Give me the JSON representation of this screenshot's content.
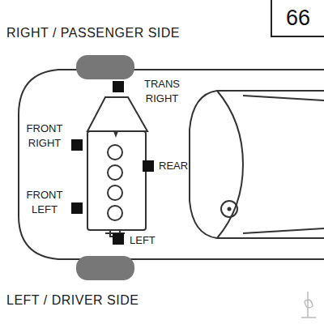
{
  "diagram": {
    "nodes": [
      {
        "text": [
          "66"
        ]
      }
    ],
    "labels": [
      "RIGHT / PASSENGER SIDE",
      "TRANS RIGHT",
      "FRONT RIGHT",
      "REAR",
      "FRONT LEFT",
      "LEFT",
      "LEFT / DRIVER SIDE"
    ]
  }
}
